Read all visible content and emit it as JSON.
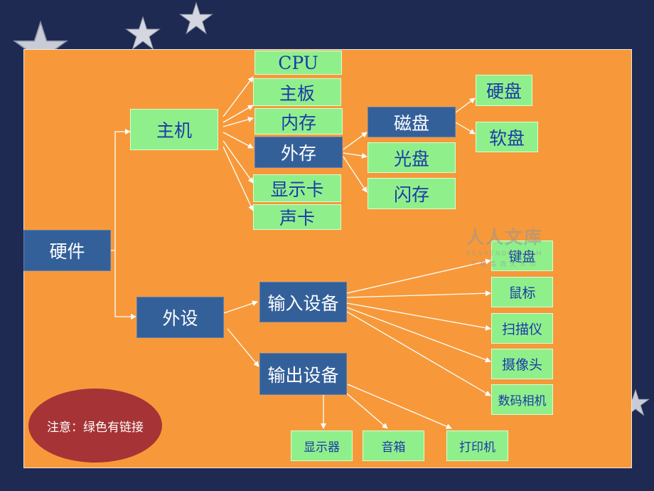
{
  "diagram": {
    "root": "硬件",
    "host": {
      "label": "主机",
      "children": [
        "CPU",
        "主板",
        "内存",
        "外存",
        "显示卡",
        "声卡"
      ]
    },
    "external_storage": {
      "children": [
        "磁盘",
        "光盘",
        "闪存"
      ]
    },
    "disk": {
      "children": [
        "硬盘",
        "软盘"
      ]
    },
    "peripherals": {
      "label": "外设",
      "input": {
        "label": "输入设备",
        "children": [
          "键盘",
          "鼠标",
          "扫描仪",
          "摄像头",
          "数码相机"
        ]
      },
      "output": {
        "label": "输出设备",
        "children": [
          "显示器",
          "音箱",
          "打印机"
        ]
      }
    }
  },
  "note": "注意：绿色有链接",
  "watermark": {
    "title": "人人文库",
    "url": "RENRENDOC.COM",
    "tagline": "下载高清无水印"
  },
  "colors": {
    "background": "#1e2a52",
    "panel": "#f7993a",
    "linked_node": "#8ff08b",
    "plain_node": "#34609a",
    "note": "#a63335"
  }
}
